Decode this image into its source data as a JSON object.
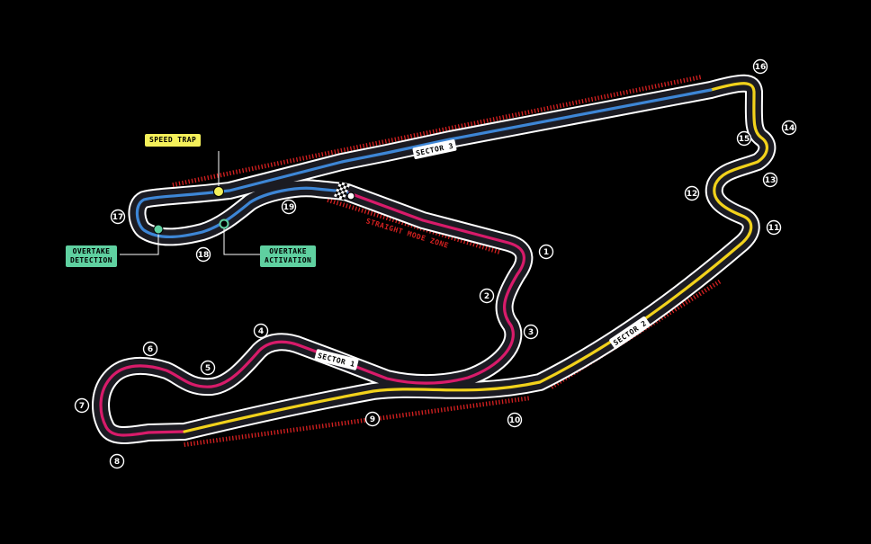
{
  "map": {
    "callouts": {
      "speed_trap": "SPEED TRAP",
      "overtake_detection": [
        "OVERTAKE",
        "DETECTION"
      ],
      "overtake_activation": [
        "OVERTAKE",
        "ACTIVATION"
      ]
    },
    "zone_label": "STRAIGHT MODE ZONE",
    "sectors": [
      "SECTOR 1",
      "SECTOR 2",
      "SECTOR 3"
    ],
    "corners": [
      "1",
      "2",
      "3",
      "4",
      "5",
      "6",
      "7",
      "8",
      "9",
      "10",
      "11",
      "12",
      "13",
      "14",
      "15",
      "16",
      "17",
      "18",
      "19"
    ],
    "colors": {
      "background": "#000000",
      "track": "#1b1b22",
      "track_outline": "#ffffff",
      "sector1": "#d81b6a",
      "sector2": "#f2d21b",
      "sector3": "#3d86d6",
      "zone": "#d42020",
      "speed_trap": "#f4f05a",
      "overtake": "#5fd0a0"
    }
  }
}
